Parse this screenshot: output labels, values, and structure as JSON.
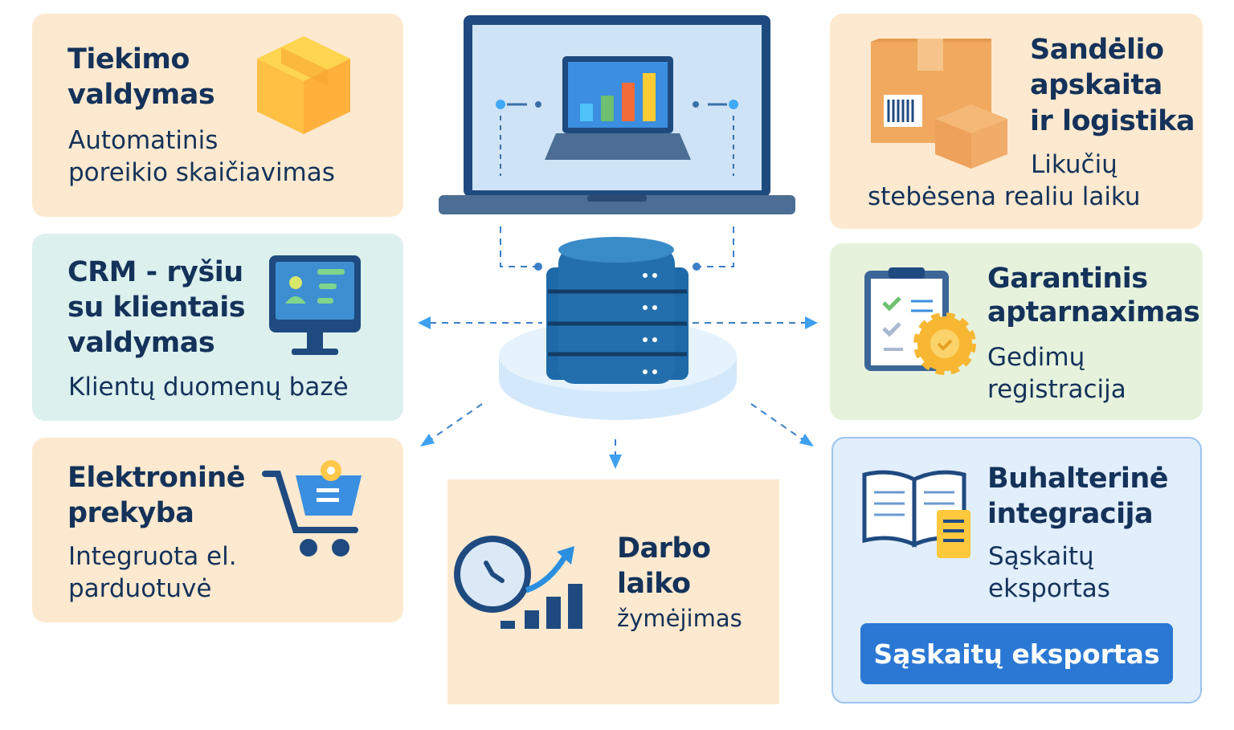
{
  "colors": {
    "peach": "#fde9cf",
    "mint": "#dcf0ee",
    "green": "#e6f2dc",
    "blue": "#e1eefb",
    "text": "#14325a",
    "accent": "#2a78d4"
  },
  "cards": {
    "supply": {
      "title1": "Tiekimo",
      "title2": "valdymas",
      "sub1": "Automatinis",
      "sub2": "poreikio skaičiavimas",
      "icon": "box-icon"
    },
    "crm": {
      "title1": "CRM - ryšiu",
      "title2": "su klientais",
      "title3": "valdymas",
      "sub1": "Klientų duomenų bazė",
      "icon": "monitor-icon"
    },
    "ecommerce": {
      "title1": "Elektroninė",
      "title2": "prekyba",
      "sub1": "Integruota el.",
      "sub2": "parduotuvė",
      "icon": "cart-icon"
    },
    "warehouse": {
      "title1": "Sandėlio",
      "title2": "apskaita",
      "title3": "ir logistika",
      "sub1": "Likučių",
      "sub2": "stebėsena realiu laiku",
      "icon": "boxes-icon"
    },
    "warranty": {
      "title1": "Garantinis",
      "title2": "aptarnaximas",
      "sub1": "Gedimų",
      "sub2": "registracija",
      "icon": "clipboard-gear-icon"
    },
    "accounting": {
      "title1": "Buhalterinė",
      "title2": "integracija",
      "sub1": "Sąskaitų",
      "sub2": "eksportas",
      "button": "Sąskaitų eksportas",
      "icon": "book-icon"
    },
    "time": {
      "title1": "Darbo",
      "title2": "laiko",
      "sub1": "žymėjimas",
      "icon": "clock-chart-icon"
    }
  }
}
